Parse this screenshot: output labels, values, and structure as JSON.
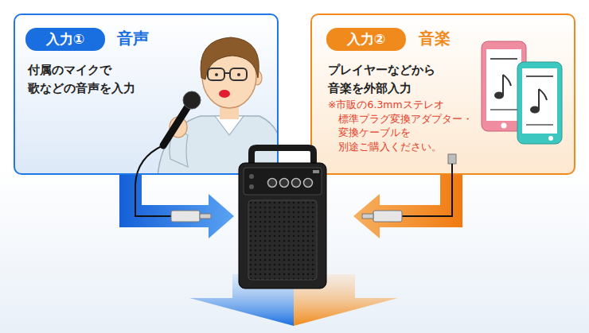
{
  "diagram": {
    "nodes": [
      {
        "text": [
          "音声",
          "付属のマイクで 歌などの音声を入力"
        ]
      },
      {
        "text": [
          "入力①"
        ],
        "in": 0
      },
      {
        "text": [
          "音楽",
          "プレイヤーなどから 音楽を外部入力",
          "※市販の6.3mmステレオ 標準プラグ変換アダプター・ 変換ケーブルを 別途ご購入ください。"
        ]
      },
      {
        "text": [
          "入力②"
        ],
        "in": 2
      }
    ]
  }
}
